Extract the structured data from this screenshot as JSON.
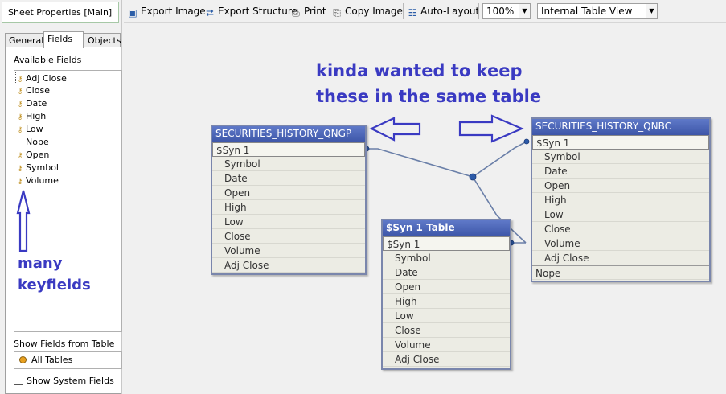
{
  "left_panel": {
    "title": "Sheet Properties [Main]",
    "tabs": [
      "General",
      "Fields",
      "Objects"
    ],
    "available_label": "Available Fields",
    "fields": [
      {
        "label": "Adj Close",
        "key": true,
        "selected": true
      },
      {
        "label": "Close",
        "key": true
      },
      {
        "label": "Date",
        "key": true
      },
      {
        "label": "High",
        "key": true
      },
      {
        "label": "Low",
        "key": true
      },
      {
        "label": "Nope",
        "key": false
      },
      {
        "label": "Open",
        "key": true
      },
      {
        "label": "Symbol",
        "key": true
      },
      {
        "label": "Volume",
        "key": true
      }
    ],
    "show_from_label": "Show Fields from Table",
    "all_tables": "All Tables",
    "system_fields": "Show System Fields"
  },
  "toolbar": {
    "export_image": "Export Image",
    "export_structure": "Export Structure",
    "print": "Print",
    "copy_image": "Copy Image",
    "auto_layout": "Auto-Layout",
    "zoom": "100%",
    "view": "Internal Table View"
  },
  "annotations": {
    "wanted_line1": "kinda wanted to keep",
    "wanted_line2": "these in the same table",
    "keyfields_line1": "many",
    "keyfields_line2": "keyfields"
  },
  "tables": {
    "qngp": {
      "title": "SECURITIES_HISTORY_QNGP",
      "fields": [
        "$Syn 1",
        "Symbol",
        "Date",
        "Open",
        "High",
        "Low",
        "Close",
        "Volume",
        "Adj Close"
      ]
    },
    "syn": {
      "title": "$Syn 1 Table",
      "fields": [
        "$Syn 1",
        "Symbol",
        "Date",
        "Open",
        "High",
        "Low",
        "Close",
        "Volume",
        "Adj Close"
      ]
    },
    "qnbc": {
      "title": "SECURITIES_HISTORY_QNBC",
      "fields": [
        "$Syn 1",
        "Symbol",
        "Date",
        "Open",
        "High",
        "Low",
        "Close",
        "Volume",
        "Adj Close",
        "Nope"
      ]
    }
  },
  "colors": {
    "annotation": "#3a3ac2",
    "table_header": "#4a63b8",
    "link": "#6a7fa8"
  }
}
